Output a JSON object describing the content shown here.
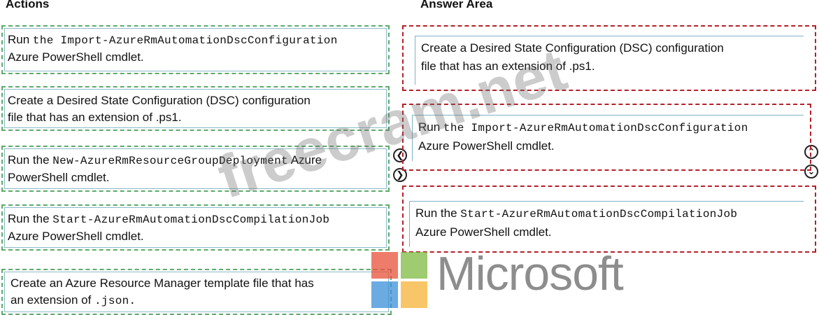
{
  "actions_heading": "Actions",
  "answer_heading": "Answer Area",
  "actions": [
    {
      "prefix": "Run ",
      "code": "the Import-AzureRmAutomationDscConfiguration",
      "suffix": "",
      "line2": "Azure PowerShell cmdlet."
    },
    {
      "prefix": "Create a Desired State Configuration (DSC) configuration",
      "code": "",
      "suffix": "",
      "line2": "file that has an extension of .ps1."
    },
    {
      "prefix": "Run the ",
      "code": "New-AzureRmResourceGroupDeployment",
      "suffix": " Azure",
      "line2": "PowerShell cmdlet."
    },
    {
      "prefix": "Run the ",
      "code": "Start-AzureRmAutomationDscCompilationJob",
      "suffix": "",
      "line2": "Azure PowerShell cmdlet."
    },
    {
      "prefix": "Create an Azure Resource Manager template file that has",
      "code": "",
      "suffix": "",
      "line2_prefix": "an extension of ",
      "line2_code": ".json."
    }
  ],
  "answers": [
    {
      "prefix": "Create a Desired State Configuration (DSC) configuration",
      "code": "",
      "line2": "file that has an extension of .ps1."
    },
    {
      "prefix": "Run ",
      "code": "the Import-AzureRmAutomationDscConfiguration",
      "line2": "Azure PowerShell cmdlet."
    },
    {
      "prefix": "Run the ",
      "code": "Start-AzureRmAutomationDscCompilationJob",
      "line2": "Azure PowerShell cmdlet."
    }
  ],
  "controls": {
    "left_arrow": "❮",
    "right_arrow": "❯",
    "up_arrow": "⌃",
    "down_arrow": "⌄"
  },
  "logo_text": "Microsoft",
  "watermark": "freecram.net",
  "logo_colors": [
    "#e8503a",
    "#7fba42",
    "#3a8fd8",
    "#f6b336"
  ]
}
